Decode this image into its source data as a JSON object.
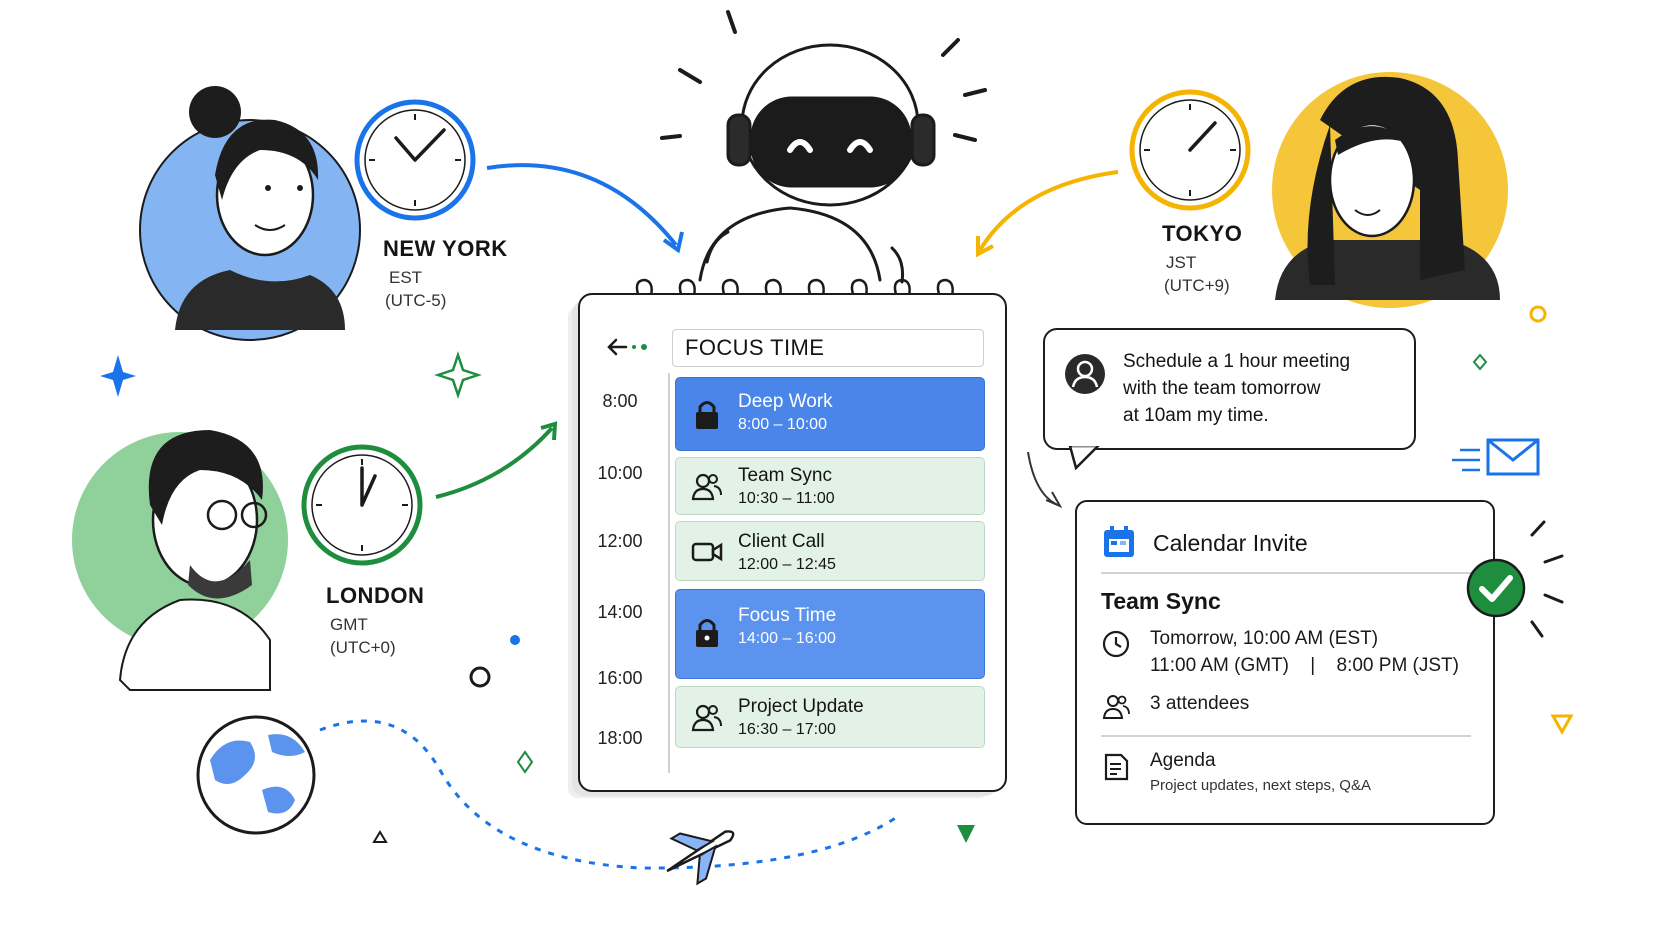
{
  "cities": [
    {
      "name": "NEW YORK",
      "zone": "EST",
      "offset": "(UTC-5)",
      "clock_color": "#1a73e8",
      "bg_color": "#6ea8f0"
    },
    {
      "name": "LONDON",
      "zone": "GMT",
      "offset": "(UTC+0)",
      "clock_color": "#1e8e3e",
      "bg_color": "#7cc98a"
    },
    {
      "name": "TOKYO",
      "zone": "JST",
      "offset": "(UTC+9)",
      "clock_color": "#f4b400",
      "bg_color": "#f6c63a"
    }
  ],
  "calendar": {
    "title": "FOCUS TIME",
    "back_icon": "arrow-left-icon",
    "times": [
      "8:00",
      "10:00",
      "12:00",
      "14:00",
      "16:00",
      "18:00"
    ],
    "events": [
      {
        "title": "Deep Work",
        "time": "8:00 – 10:00",
        "icon": "lock-icon",
        "style": "blue"
      },
      {
        "title": "Team Sync",
        "time": "10:30 – 11:00",
        "icon": "people-icon",
        "style": "green"
      },
      {
        "title": "Client Call",
        "time": "12:00 – 12:45",
        "icon": "video-icon",
        "style": "green"
      },
      {
        "title": "Focus Time",
        "time": "14:00 – 16:00",
        "icon": "lock-icon",
        "style": "blue"
      },
      {
        "title": "Project Update",
        "time": "16:30 – 17:00",
        "icon": "people-icon",
        "style": "green"
      }
    ]
  },
  "chat": {
    "avatar_icon": "user-avatar-icon",
    "lines": [
      "Schedule a 1 hour meeting",
      "with the team tomorrow",
      "at 10am my time."
    ]
  },
  "invite": {
    "header": "Calendar Invite",
    "header_icon": "calendar-icon",
    "event_title": "Team Sync",
    "time_primary": "Tomorrow, 10:00 AM (EST)",
    "time_gmt": "11:00 AM (GMT)",
    "time_separator": "|",
    "time_jst": "8:00 PM (JST)",
    "attendees": "3 attendees",
    "agenda_label": "Agenda",
    "agenda_detail": "Project updates, next steps, Q&A",
    "confirm_icon": "check-circle-icon"
  },
  "colors": {
    "blue": "#1a73e8",
    "green": "#1e8e3e",
    "yellow": "#f4b400",
    "event_blue": "#4a86ea",
    "event_green": "#e3f2e6"
  },
  "decor_icons": [
    "robot-icon",
    "globe-icon",
    "airplane-icon",
    "email-icon",
    "sparkle-icon"
  ]
}
